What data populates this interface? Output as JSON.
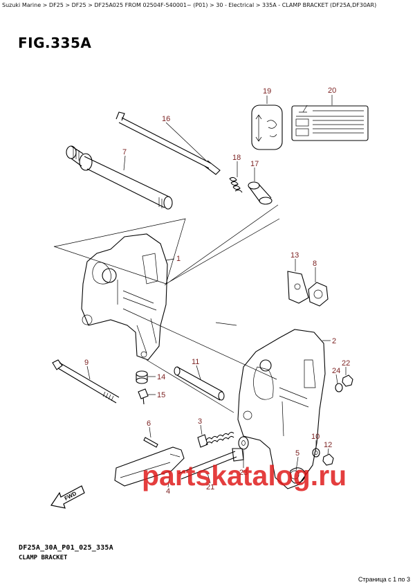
{
  "breadcrumb": "Suzuki Marine > DF25 > DF25 > DF25A025 FROM 02504F-540001~ (P01) > 30 - Electrical > 335A - CLAMP BRACKET (DF25A,DF30AR)",
  "figure": {
    "title": "FIG.335A",
    "code": "DF25A_30A_P01_025_335A",
    "caption": "CLAMP BRACKET"
  },
  "callouts": [
    {
      "number": "1"
    },
    {
      "number": "2"
    },
    {
      "number": "3"
    },
    {
      "number": "4"
    },
    {
      "number": "5"
    },
    {
      "number": "6"
    },
    {
      "number": "7"
    },
    {
      "number": "8"
    },
    {
      "number": "9"
    },
    {
      "number": "10"
    },
    {
      "number": "11"
    },
    {
      "number": "12"
    },
    {
      "number": "13"
    },
    {
      "number": "14"
    },
    {
      "number": "15"
    },
    {
      "number": "16"
    },
    {
      "number": "17"
    },
    {
      "number": "18"
    },
    {
      "number": "19"
    },
    {
      "number": "20"
    },
    {
      "number": "21"
    },
    {
      "number": "22"
    },
    {
      "number": "23"
    },
    {
      "number": "24"
    }
  ],
  "fwd_label": "FWD",
  "watermark": "partskatalog.ru",
  "page_counter": "Страница с 1 по 3",
  "colors": {
    "callout": "#7a1f1f",
    "watermark": "#de1414",
    "line": "#000000"
  }
}
